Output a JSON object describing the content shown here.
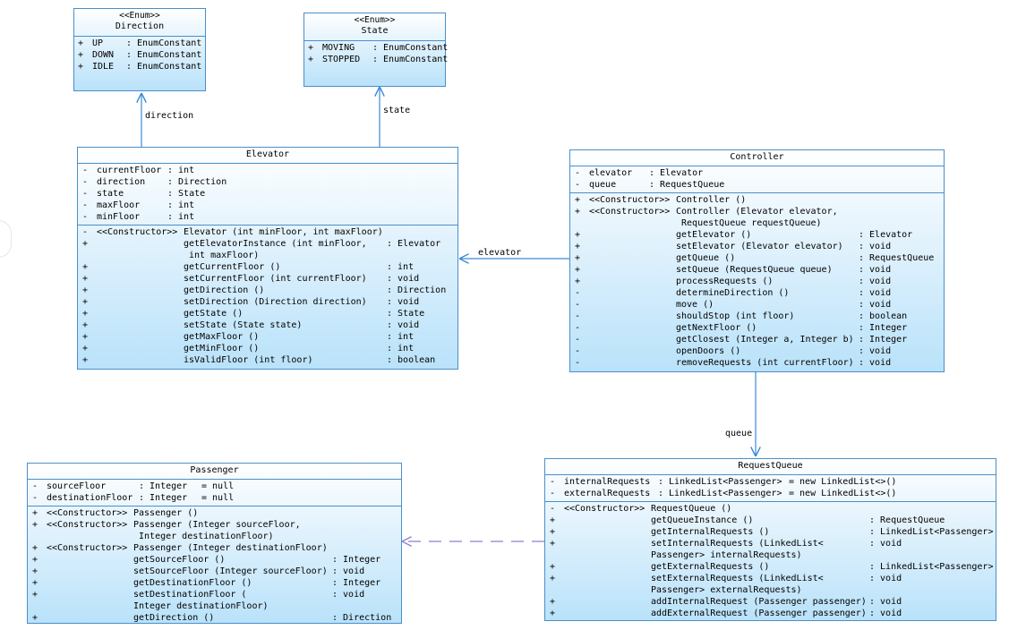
{
  "direction": {
    "stereotype": "<<Enum>>",
    "name": "Direction",
    "attributes": [
      {
        "vis": "+",
        "name": "UP",
        "type": ": EnumConstant"
      },
      {
        "vis": "+",
        "name": "DOWN",
        "type": ": EnumConstant"
      },
      {
        "vis": "+",
        "name": "IDLE",
        "type": ": EnumConstant"
      }
    ]
  },
  "state": {
    "stereotype": "<<Enum>>",
    "name": "State",
    "attributes": [
      {
        "vis": "+",
        "name": "MOVING",
        "type": ": EnumConstant"
      },
      {
        "vis": "+",
        "name": "STOPPED",
        "type": ": EnumConstant"
      }
    ]
  },
  "elevator": {
    "name": "Elevator",
    "attributes": [
      {
        "vis": "-",
        "name": "currentFloor",
        "type": ": int"
      },
      {
        "vis": "-",
        "name": "direction",
        "type": ": Direction"
      },
      {
        "vis": "-",
        "name": "state",
        "type": ": State"
      },
      {
        "vis": "-",
        "name": "maxFloor",
        "type": ": int"
      },
      {
        "vis": "-",
        "name": "minFloor",
        "type": ": int"
      }
    ],
    "operations": [
      {
        "vis": "-",
        "ster": "<<Constructor>>",
        "sig": "Elevator (int minFloor, int maxFloor)",
        "ret": ""
      },
      {
        "vis": "+",
        "ster": "",
        "sig": "getElevatorInstance (int minFloor,",
        "ret": ": Elevator"
      },
      {
        "vis": "",
        "ster": "",
        "sig": " int maxFloor)",
        "ret": ""
      },
      {
        "vis": "+",
        "ster": "",
        "sig": "getCurrentFloor ()",
        "ret": ": int"
      },
      {
        "vis": "+",
        "ster": "",
        "sig": "setCurrentFloor (int currentFloor)",
        "ret": ": void"
      },
      {
        "vis": "+",
        "ster": "",
        "sig": "getDirection ()",
        "ret": ": Direction"
      },
      {
        "vis": "+",
        "ster": "",
        "sig": "setDirection (Direction direction)",
        "ret": ": void"
      },
      {
        "vis": "+",
        "ster": "",
        "sig": "getState ()",
        "ret": ": State"
      },
      {
        "vis": "+",
        "ster": "",
        "sig": "setState (State state)",
        "ret": ": void"
      },
      {
        "vis": "+",
        "ster": "",
        "sig": "getMaxFloor ()",
        "ret": ": int"
      },
      {
        "vis": "+",
        "ster": "",
        "sig": "getMinFloor ()",
        "ret": ": int"
      },
      {
        "vis": "+",
        "ster": "",
        "sig": "isValidFloor (int floor)",
        "ret": ": boolean"
      }
    ]
  },
  "controller": {
    "name": "Controller",
    "attributes": [
      {
        "vis": "-",
        "name": "elevator",
        "type": ": Elevator"
      },
      {
        "vis": "-",
        "name": "queue",
        "type": ": RequestQueue"
      }
    ],
    "operations": [
      {
        "vis": "+",
        "ster": "<<Constructor>>",
        "sig": "Controller ()",
        "ret": ""
      },
      {
        "vis": "+",
        "ster": "<<Constructor>>",
        "sig": "Controller (Elevator elevator,",
        "ret": ""
      },
      {
        "vis": "",
        "ster": "",
        "sig": " RequestQueue requestQueue)",
        "ret": ""
      },
      {
        "vis": "+",
        "ster": "",
        "sig": "getElevator ()",
        "ret": ": Elevator"
      },
      {
        "vis": "+",
        "ster": "",
        "sig": "setElevator (Elevator elevator)",
        "ret": ": void"
      },
      {
        "vis": "+",
        "ster": "",
        "sig": "getQueue ()",
        "ret": ": RequestQueue"
      },
      {
        "vis": "+",
        "ster": "",
        "sig": "setQueue (RequestQueue queue)",
        "ret": ": void"
      },
      {
        "vis": "+",
        "ster": "",
        "sig": "processRequests ()",
        "ret": ": void"
      },
      {
        "vis": "-",
        "ster": "",
        "sig": "determineDirection ()",
        "ret": ": void"
      },
      {
        "vis": "-",
        "ster": "",
        "sig": "move ()",
        "ret": ": void"
      },
      {
        "vis": "-",
        "ster": "",
        "sig": "shouldStop (int floor)",
        "ret": ": boolean"
      },
      {
        "vis": "-",
        "ster": "",
        "sig": "getNextFloor ()",
        "ret": ": Integer"
      },
      {
        "vis": "-",
        "ster": "",
        "sig": "getClosest (Integer a, Integer b)",
        "ret": ": Integer"
      },
      {
        "vis": "-",
        "ster": "",
        "sig": "openDoors ()",
        "ret": ": void"
      },
      {
        "vis": "-",
        "ster": "",
        "sig": "removeRequests (int currentFloor)",
        "ret": ": void"
      }
    ]
  },
  "requestqueue": {
    "name": "RequestQueue",
    "attributes": [
      {
        "vis": "-",
        "name": "internalRequests",
        "type": ": LinkedList<Passenger>",
        "init": "= new LinkedList<>()"
      },
      {
        "vis": "-",
        "name": "externalRequests",
        "type": ": LinkedList<Passenger>",
        "init": "= new LinkedList<>()"
      }
    ],
    "operations": [
      {
        "vis": "-",
        "ster": "<<Constructor>>",
        "sig": "RequestQueue ()",
        "ret": ""
      },
      {
        "vis": "+",
        "ster": "",
        "sig": "getQueueInstance ()",
        "ret": ": RequestQueue"
      },
      {
        "vis": "+",
        "ster": "",
        "sig": "getInternalRequests ()",
        "ret": ": LinkedList<Passenger>"
      },
      {
        "vis": "+",
        "ster": "",
        "sig": "setInternalRequests (LinkedList<",
        "ret": ": void"
      },
      {
        "vis": "",
        "ster": "",
        "sig": "Passenger> internalRequests)",
        "ret": ""
      },
      {
        "vis": "+",
        "ster": "",
        "sig": "getExternalRequests ()",
        "ret": ": LinkedList<Passenger>"
      },
      {
        "vis": "+",
        "ster": "",
        "sig": "setExternalRequests (LinkedList<",
        "ret": ": void"
      },
      {
        "vis": "",
        "ster": "",
        "sig": "Passenger> externalRequests)",
        "ret": ""
      },
      {
        "vis": "+",
        "ster": "",
        "sig": "addInternalRequest (Passenger passenger)",
        "ret": ": void"
      },
      {
        "vis": "+",
        "ster": "",
        "sig": "addExternalRequest (Passenger passenger)",
        "ret": ": void"
      }
    ]
  },
  "passenger": {
    "name": "Passenger",
    "attributes": [
      {
        "vis": "-",
        "name": "sourceFloor",
        "type": ": Integer",
        "init": "= null"
      },
      {
        "vis": "-",
        "name": "destinationFloor",
        "type": ": Integer",
        "init": "= null"
      }
    ],
    "operations": [
      {
        "vis": "+",
        "ster": "<<Constructor>>",
        "sig": "Passenger ()",
        "ret": ""
      },
      {
        "vis": "+",
        "ster": "<<Constructor>>",
        "sig": "Passenger (Integer sourceFloor,",
        "ret": ""
      },
      {
        "vis": "",
        "ster": "",
        "sig": " Integer destinationFloor)",
        "ret": ""
      },
      {
        "vis": "+",
        "ster": "<<Constructor>>",
        "sig": "Passenger (Integer destinationFloor)",
        "ret": ""
      },
      {
        "vis": "+",
        "ster": "",
        "sig": "getSourceFloor ()",
        "ret": ": Integer"
      },
      {
        "vis": "+",
        "ster": "",
        "sig": "setSourceFloor (Integer sourceFloor)",
        "ret": ": void"
      },
      {
        "vis": "+",
        "ster": "",
        "sig": "getDestinationFloor ()",
        "ret": ": Integer"
      },
      {
        "vis": "+",
        "ster": "",
        "sig": "setDestinationFloor (",
        "ret": ": void"
      },
      {
        "vis": "",
        "ster": "",
        "sig": "Integer destinationFloor)",
        "ret": ""
      },
      {
        "vis": "+",
        "ster": "",
        "sig": "getDirection ()",
        "ret": ": Direction"
      }
    ]
  },
  "links": {
    "direction_label": "direction",
    "state_label": "state",
    "elevator_label": "elevator",
    "queue_label": "queue",
    "line_color": "#3a8ad8",
    "dashed_color": "#8a7fd0"
  }
}
